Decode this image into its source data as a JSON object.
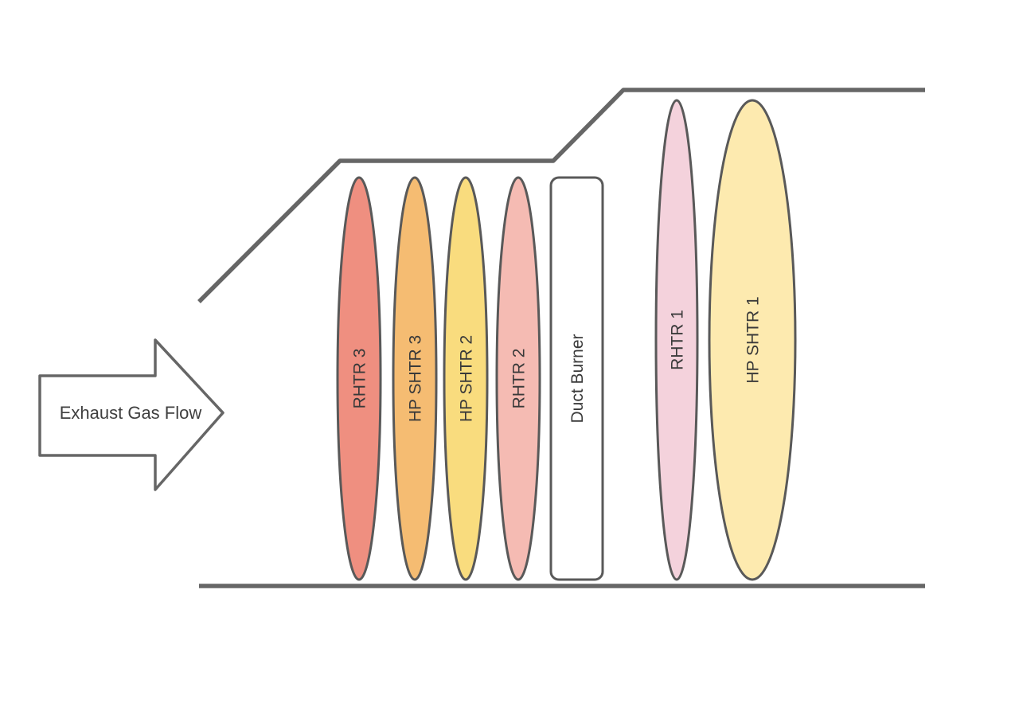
{
  "diagram": {
    "arrow": {
      "label": "Exhaust Gas Flow"
    },
    "tubes": [
      {
        "label": "RHTR 3",
        "color": "#EF8F80"
      },
      {
        "label": "HP SHTR 3",
        "color": "#F5BC72"
      },
      {
        "label": "HP SHTR 2",
        "color": "#F9DC7E"
      },
      {
        "label": "RHTR 2",
        "color": "#F5BBB3"
      },
      {
        "label": "Duct Burner",
        "color": "#FFFFFF"
      },
      {
        "label": "RHTR 1",
        "color": "#F4D2DC"
      },
      {
        "label": "HP SHTR 1",
        "color": "#FDEAAF"
      }
    ],
    "colors": {
      "duct_outline": "#666666",
      "shape_stroke": "#595959",
      "label_text": "#3A3A3A",
      "background": "#FFFFFF"
    }
  }
}
